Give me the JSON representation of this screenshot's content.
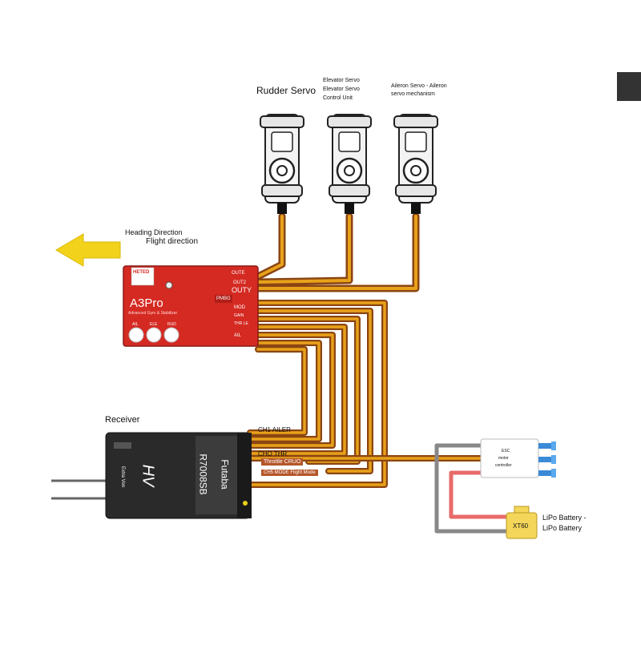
{
  "servos": {
    "rudder_label": "Rudder Servo",
    "elevator_line1": "Elevator Servo",
    "elevator_line2": "Elevator Servo",
    "elevator_line3": "Control Unit",
    "aileron_line1": "Aileron Servo - Aileron",
    "aileron_line2": "servo mechanism"
  },
  "direction": {
    "line1": "Heading Direction",
    "line2": "Flight direction"
  },
  "controller": {
    "badge": "HETED",
    "name": "A3Pro",
    "subtitle": "Advanced Gyro & Stabilizer",
    "pmbg": "PMBG",
    "ports": [
      "OUTE",
      "OUT2",
      "OUTY",
      "MOD",
      "GAIN",
      "THR LE",
      "AIL"
    ],
    "knobs": [
      "AIL",
      "ELE",
      "RUD"
    ]
  },
  "receiver": {
    "title": "Receiver",
    "brand": "Futaba",
    "model": "R7008SB",
    "logo": "HV",
    "antenna_text": "Extra Von",
    "ch1": "CH1 AILER",
    "ch0": "CHO THR",
    "throttle": "Throttle CRUO",
    "ch5": "CH5 MODE Flight Mode"
  },
  "esc": {
    "line1": "ESC",
    "line2": "motor",
    "line3": "controller"
  },
  "battery": {
    "connector": "XT60",
    "label1": "LiPo Battery -",
    "label2": "LiPo Battery"
  },
  "colors": {
    "controller_red": "#d42a22",
    "wire_orange": "#e8a21a",
    "wire_brown": "#8b4513",
    "arrow_yellow": "#f2d21b",
    "esc_blue": "#3a8ad8",
    "battery_yellow": "#f3d65a",
    "wire_pink": "#e86a6a",
    "wire_gray": "#888888"
  }
}
